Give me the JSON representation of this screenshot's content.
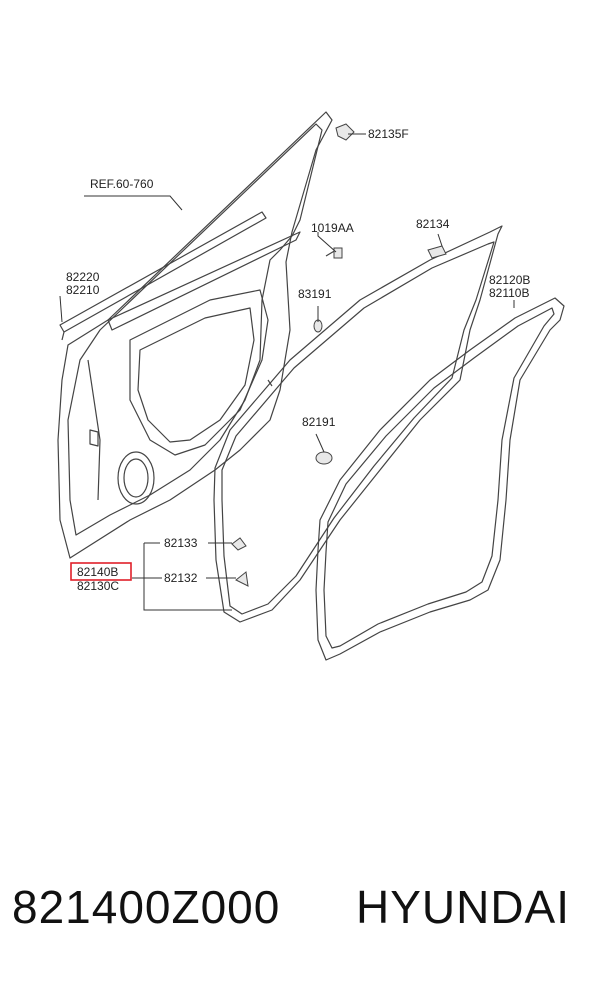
{
  "labels": {
    "ref": "REF.60-760",
    "p82135F": "82135F",
    "p1019AA": "1019AA",
    "p82134": "82134",
    "p82220": "82220",
    "p82210": "82210",
    "p83191": "83191",
    "p82120B": "82120B",
    "p82110B": "82110B",
    "p82191": "82191",
    "p82133": "82133",
    "p82140B": "82140B",
    "p82130C": "82130C",
    "p82132": "82132"
  },
  "highlight_color": "#e0202a",
  "footer": {
    "part_number": "821400Z000",
    "brand": "HYUNDAI"
  }
}
